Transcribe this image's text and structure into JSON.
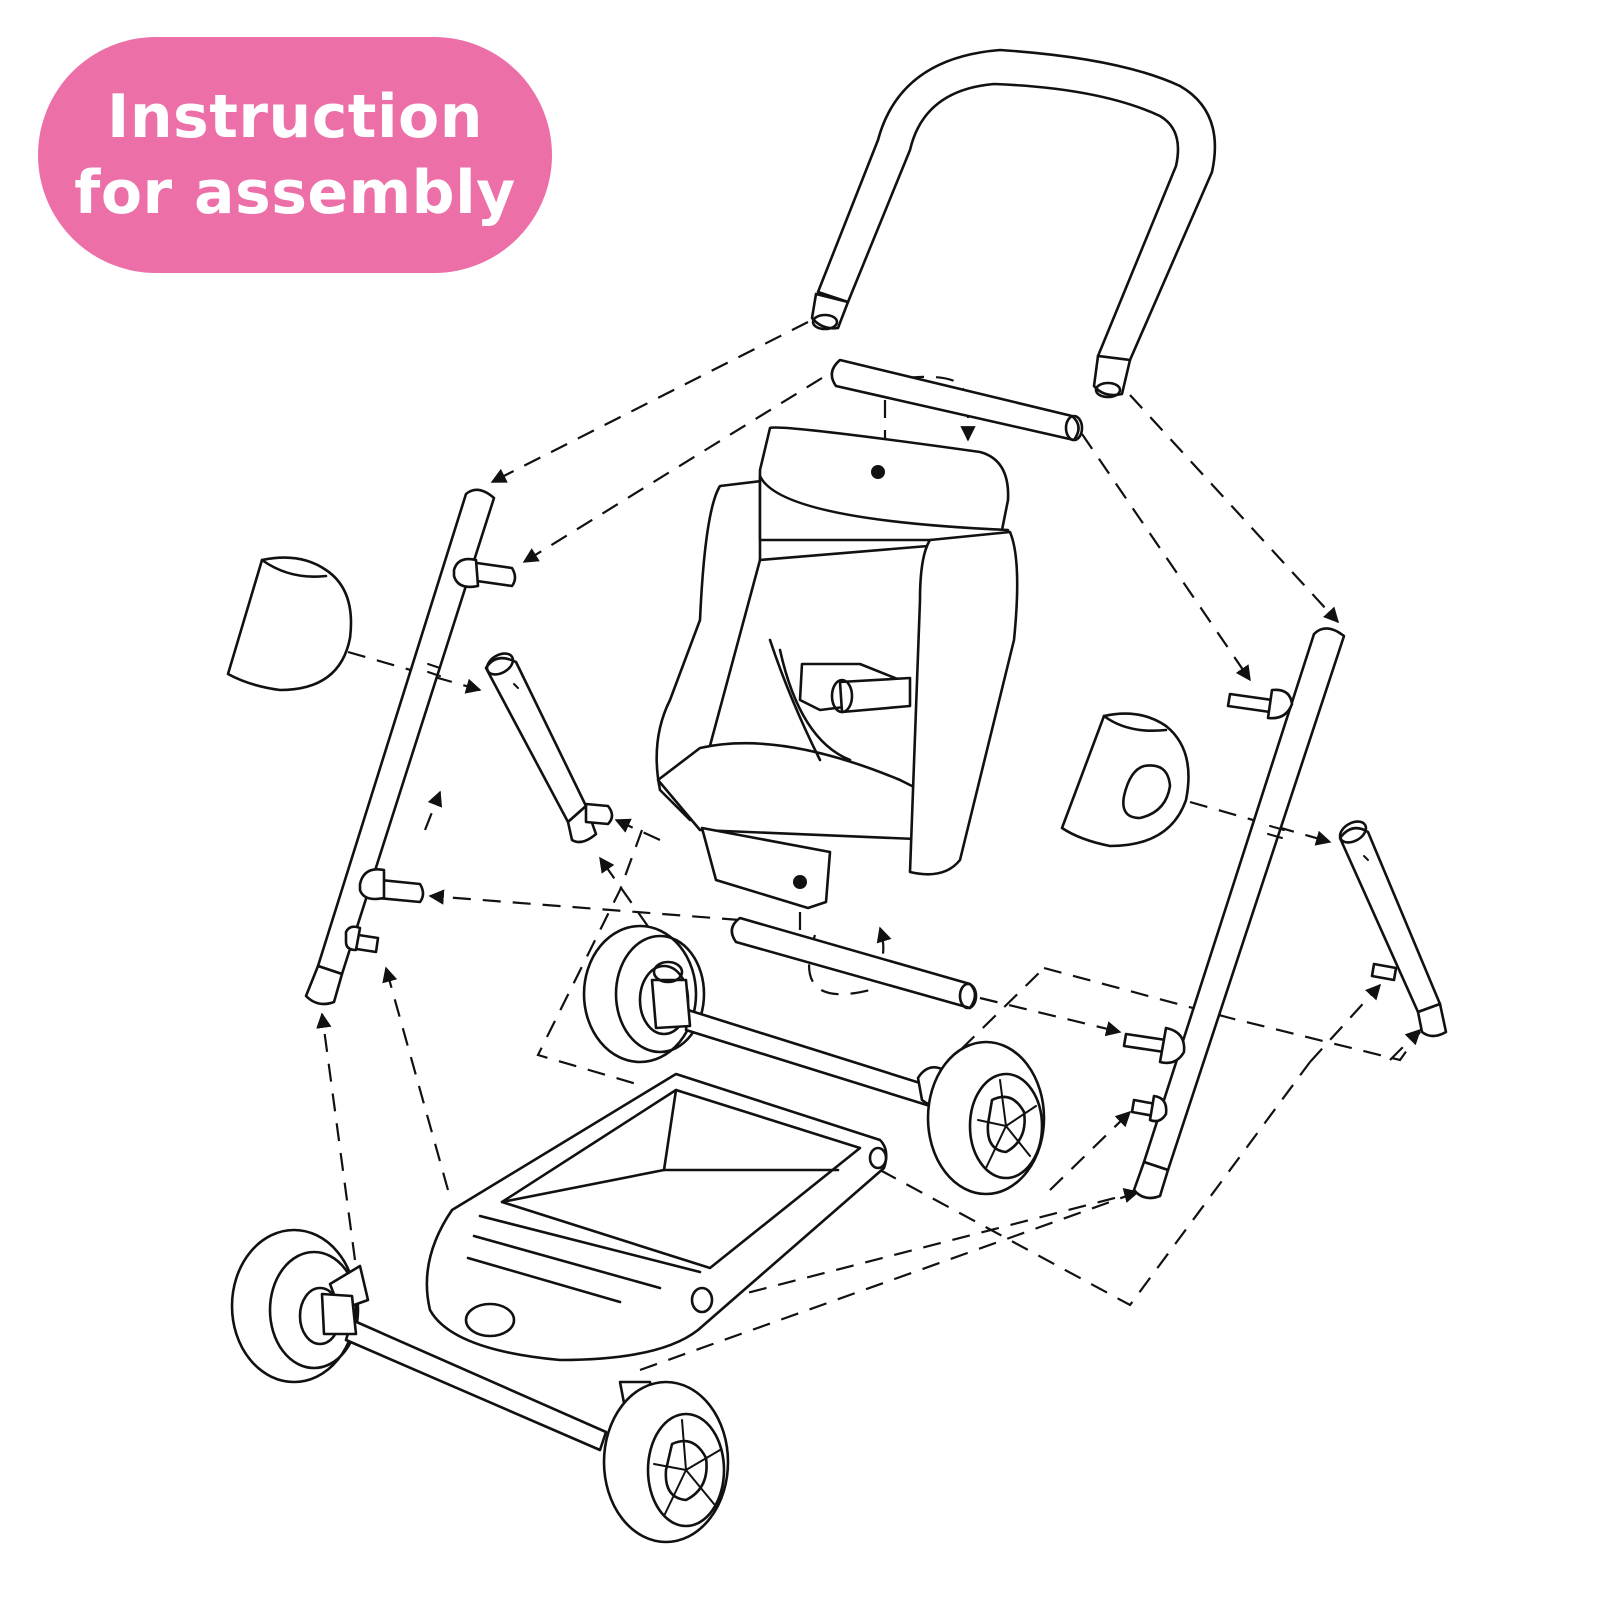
{
  "title": {
    "line1": "Instruction",
    "line2": "for assembly"
  },
  "colors": {
    "badge": "#ec6fa8",
    "badge_text": "#ffffff",
    "line_art": "#111111",
    "background": "#ffffff"
  },
  "parts": [
    "handlebar",
    "top-crossbar",
    "seat",
    "left-frame-post",
    "right-frame-post",
    "left-hinge-clip",
    "right-hinge-clip",
    "left-strut-tube",
    "right-strut-tube",
    "middle-crossbar",
    "front-wheel-axle",
    "rear-wheel-axle",
    "basket-base"
  ]
}
